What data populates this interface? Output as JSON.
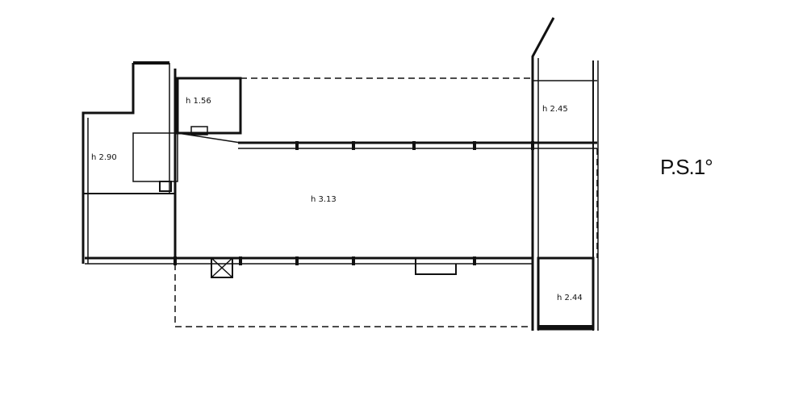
{
  "plan": {
    "title": "P.S.1°",
    "rooms": [
      {
        "label": "h 1.56"
      },
      {
        "label": "h 2.45"
      },
      {
        "label": "h 2.90"
      },
      {
        "label": "h 3.13"
      },
      {
        "label": "h 2.44"
      }
    ]
  }
}
